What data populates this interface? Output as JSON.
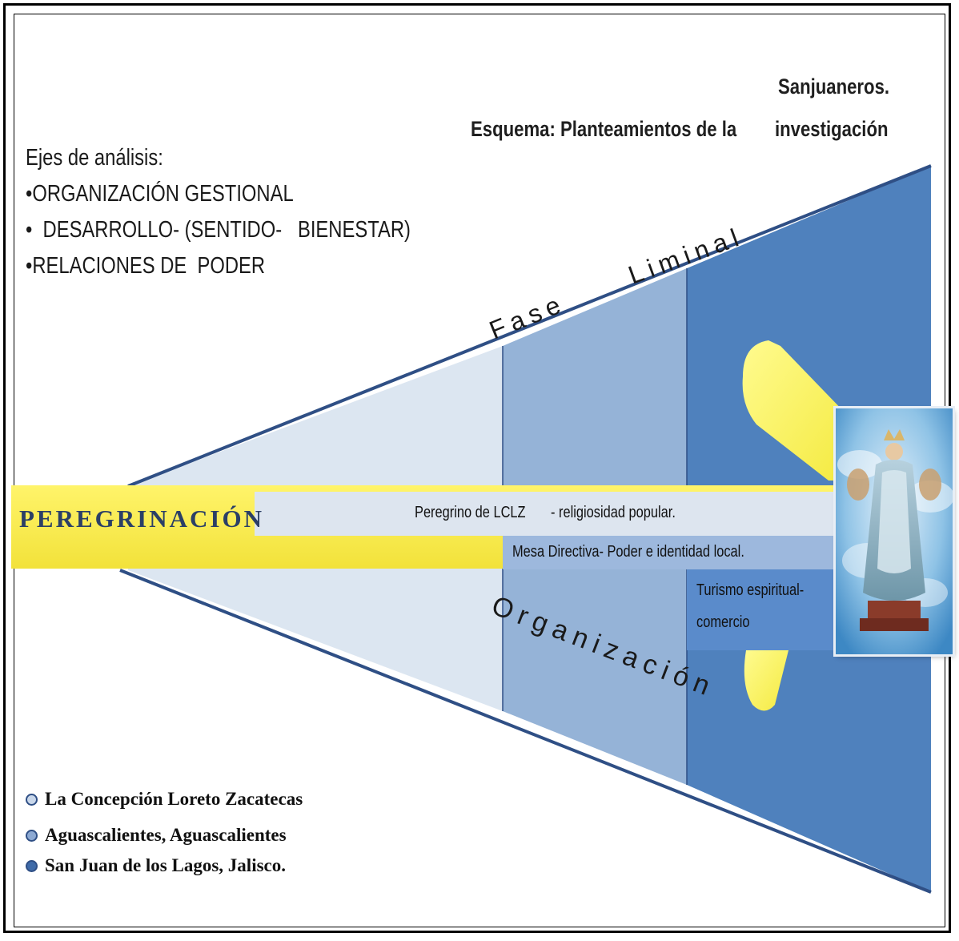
{
  "title": {
    "line1_right": "Sanjuaneros.",
    "line2_left": "Esquema: Planteamientos  de la",
    "line2_right": "investigación"
  },
  "axes_block": {
    "heading": "Ejes de análisis:",
    "items": [
      "•ORGANIZACIÓN GESTIONAL",
      "•  DESARROLLO- (SENTIDO-   BIENESTAR)",
      "•RELACIONES DE  PODER"
    ]
  },
  "cone_labels": {
    "fase": "Fase",
    "liminal": "Liminal",
    "organizacion": "Organización"
  },
  "main_bar": {
    "label": "PEREGRINACIÓN"
  },
  "bars": [
    {
      "text_a": "Peregrino de LCLZ",
      "text_b": "- religiosidad popular."
    },
    {
      "text": "Mesa Directiva- Poder e identidad  local."
    },
    {
      "line1": "Turismo espiritual-",
      "line2": "comercio"
    }
  ],
  "legend": [
    {
      "label": "La Concepción Loreto Zacatecas",
      "color": "#c9d7ea"
    },
    {
      "label": "Aguascalientes, Aguascalientes",
      "color": "#8ca9d3"
    },
    {
      "label": "San Juan de los Lagos, Jalisco.",
      "color": "#3e6aa8"
    }
  ],
  "colors": {
    "zone1": "#dce6f1",
    "zone2": "#95b3d7",
    "zone3": "#4f81bd",
    "cone_edge": "#2f4f85",
    "highlight": "#fff35c",
    "bar_light": "#dde5ef",
    "bar_mid": "#9db8dd",
    "bar_dark": "#5a8bcb"
  },
  "icons": {
    "image": "virgin-of-san-juan-image"
  }
}
